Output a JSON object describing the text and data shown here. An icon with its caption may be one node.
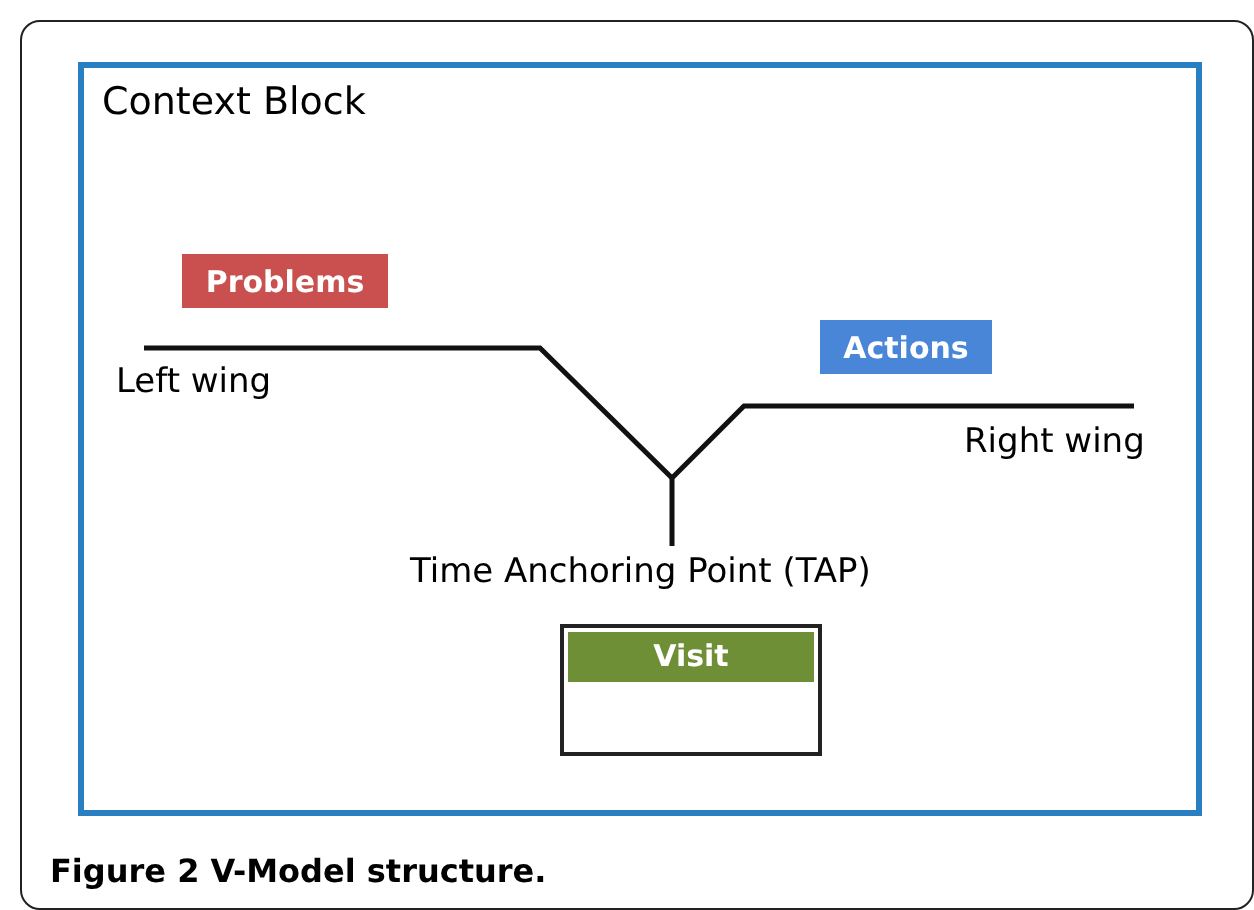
{
  "diagram": {
    "caption": "Figure 2 V-Model structure.",
    "nodes": [
      {
        "text": [
          "Context Block"
        ]
      },
      {
        "text": [
          "Problems"
        ],
        "in": 0
      },
      {
        "text": [
          "Actions"
        ],
        "in": 0
      },
      {
        "text": [
          "Visit"
        ],
        "in": 0
      }
    ],
    "labels": [
      "Left wing",
      "Right wing",
      "Time Anchoring Point (TAP)"
    ]
  }
}
